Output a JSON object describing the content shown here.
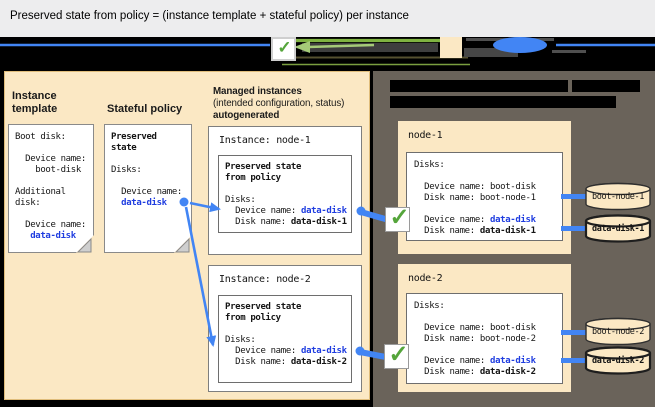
{
  "title": "Preserved state from policy = (instance template + stateful policy) per instance",
  "legend": {
    "check_icon": "✓"
  },
  "colors": {
    "panel_beige": "#FBE8C4",
    "panel_gray": "#6A635A",
    "arrow_blue": "#4285F4",
    "text_blue": "#1F3DE0",
    "check_green": "#55A53B",
    "band_black": "#000000"
  },
  "instance_template": {
    "heading": "Instance template",
    "doc_body": "Boot disk:\n\n  Device name:\n    boot-disk\n\nAdditional\ndisk:\n\n  Device name:",
    "doc_value": "   data-disk"
  },
  "stateful_policy": {
    "heading": "Stateful policy",
    "doc_title": "Preserved\nstate",
    "doc_body": "Disks:\n\n  Device name:",
    "doc_value": "  data-disk"
  },
  "managed": {
    "heading_line1": "Managed instances",
    "heading_line2": "(intended configuration, status)",
    "heading_line3": "autogenerated",
    "instances": [
      {
        "label": "Instance: node-1",
        "box_title": "Preserved state\nfrom policy",
        "disks": "Disks:",
        "device_prefix": "  Device name: ",
        "device_value": "data-disk",
        "disk_prefix": "  Disk name: ",
        "disk_value": "data-disk-1"
      },
      {
        "label": "Instance: node-2",
        "box_title": "Preserved state\nfrom policy",
        "disks": "Disks:",
        "device_prefix": "  Device name: ",
        "device_value": "data-disk",
        "disk_prefix": "  Disk name: ",
        "disk_value": "data-disk-2"
      }
    ]
  },
  "vm_panel": {
    "cards": [
      {
        "label": "node-1",
        "disks": "Disks:",
        "boot_block": "  Device name: boot-disk\n  Disk name: boot-node-1",
        "device_prefix": "  Device name: ",
        "device_value": "data-disk",
        "disk_prefix": "  Disk name: ",
        "disk_value": "data-disk-1",
        "boot_cylinder": "boot-node-1",
        "data_cylinder": "data-disk-1"
      },
      {
        "label": "node-2",
        "disks": "Disks:",
        "boot_block": "  Device name: boot-disk\n  Disk name: boot-node-2",
        "device_prefix": "  Device name: ",
        "device_value": "data-disk",
        "disk_prefix": "  Disk name: ",
        "disk_value": "data-disk-2",
        "boot_cylinder": "boot-node-2",
        "data_cylinder": "data-disk-2"
      }
    ]
  }
}
